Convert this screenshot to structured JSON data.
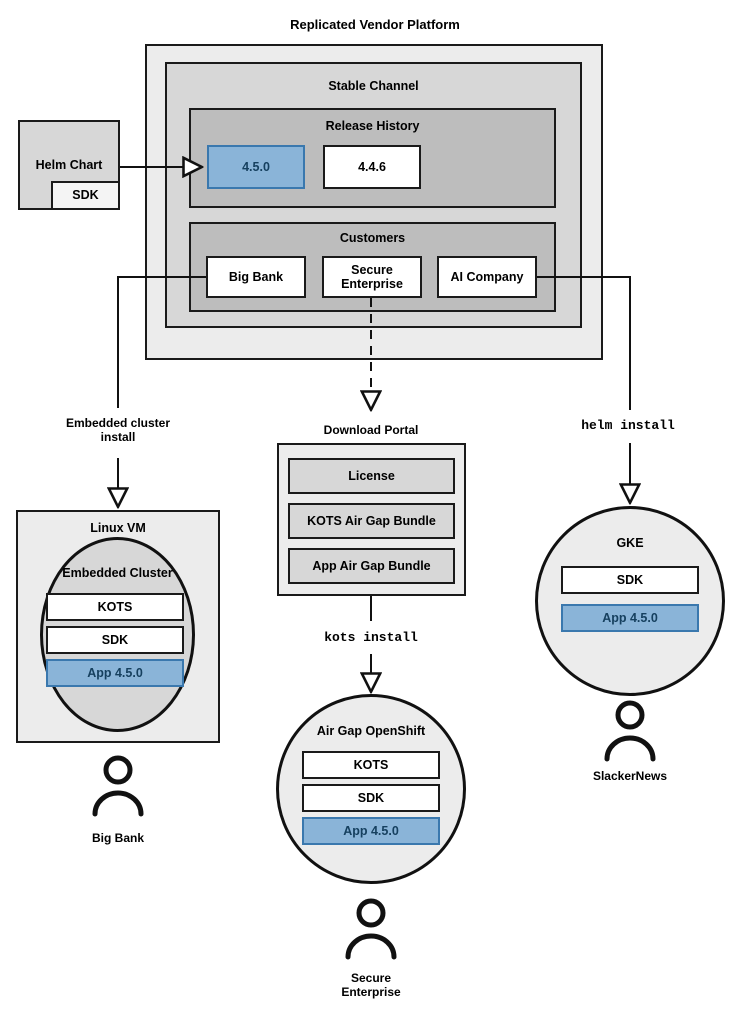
{
  "diagram": {
    "title": "Replicated Vendor Platform",
    "accent_blue": "#8ab4d8",
    "accent_blue_border": "#3a78ae",
    "accent_blue_text": "#16405f"
  },
  "platform": {
    "title": "Replicated Vendor Platform",
    "channel": {
      "title": "Stable Channel",
      "release_history": {
        "title": "Release History",
        "releases": [
          {
            "version": "4.5.0",
            "highlighted": true
          },
          {
            "version": "4.4.6",
            "highlighted": false
          }
        ]
      },
      "customers": {
        "title": "Customers",
        "items": [
          {
            "name": "Big Bank"
          },
          {
            "name": "Secure\nEnterprise"
          },
          {
            "name": "AI Company"
          }
        ]
      }
    }
  },
  "source": {
    "helm_chart": {
      "title": "Helm Chart",
      "sdk": "SDK"
    }
  },
  "connectors": [
    {
      "id": "helm-to-release",
      "label": ""
    },
    {
      "id": "bigbank-to-linuxvm",
      "label": "Embedded cluster\ninstall",
      "style": "solid"
    },
    {
      "id": "secure-to-portal",
      "label": "",
      "style": "dashed"
    },
    {
      "id": "portal-to-openshift",
      "label": "kots install",
      "style": "solid",
      "mono": true
    },
    {
      "id": "ai-to-gke",
      "label": "helm install",
      "style": "solid",
      "mono": true
    }
  ],
  "labels": {
    "embedded_cluster_install": "Embedded cluster\ninstall",
    "kots_install": "kots install",
    "helm_install": "helm install"
  },
  "targets": {
    "linux_vm": {
      "title": "Linux VM",
      "cluster": {
        "title": "Embedded Cluster",
        "components": [
          {
            "label": "KOTS",
            "highlighted": false
          },
          {
            "label": "SDK",
            "highlighted": false
          },
          {
            "label": "App 4.5.0",
            "highlighted": true
          }
        ]
      },
      "user": "Big Bank"
    },
    "download_portal": {
      "title": "Download Portal",
      "artifacts": [
        {
          "label": "License"
        },
        {
          "label": "KOTS Air Gap Bundle"
        },
        {
          "label": "App Air Gap Bundle"
        }
      ]
    },
    "airgap_openshift": {
      "title": "Air Gap OpenShift",
      "components": [
        {
          "label": "KOTS",
          "highlighted": false
        },
        {
          "label": "SDK",
          "highlighted": false
        },
        {
          "label": "App 4.5.0",
          "highlighted": true
        }
      ],
      "user": "Secure\nEnterprise"
    },
    "gke": {
      "title": "GKE",
      "components": [
        {
          "label": "SDK",
          "highlighted": false
        },
        {
          "label": "App 4.5.0",
          "highlighted": true
        }
      ],
      "user": "SlackerNews"
    }
  }
}
